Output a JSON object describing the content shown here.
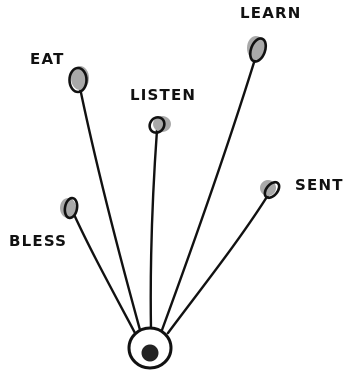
{
  "diagram": {
    "colors": {
      "ink": "#111111",
      "shadow": "#a9a9a9",
      "eye_fill": "#ffffff",
      "pupil": "#222222"
    },
    "root": {
      "description_icon": "eye-icon"
    },
    "branches": [
      {
        "id": "eat",
        "label": "EAT"
      },
      {
        "id": "listen",
        "label": "LISTEN"
      },
      {
        "id": "learn",
        "label": "LEARN"
      },
      {
        "id": "bless",
        "label": "BLESS"
      },
      {
        "id": "sent",
        "label": "SENT"
      }
    ]
  }
}
